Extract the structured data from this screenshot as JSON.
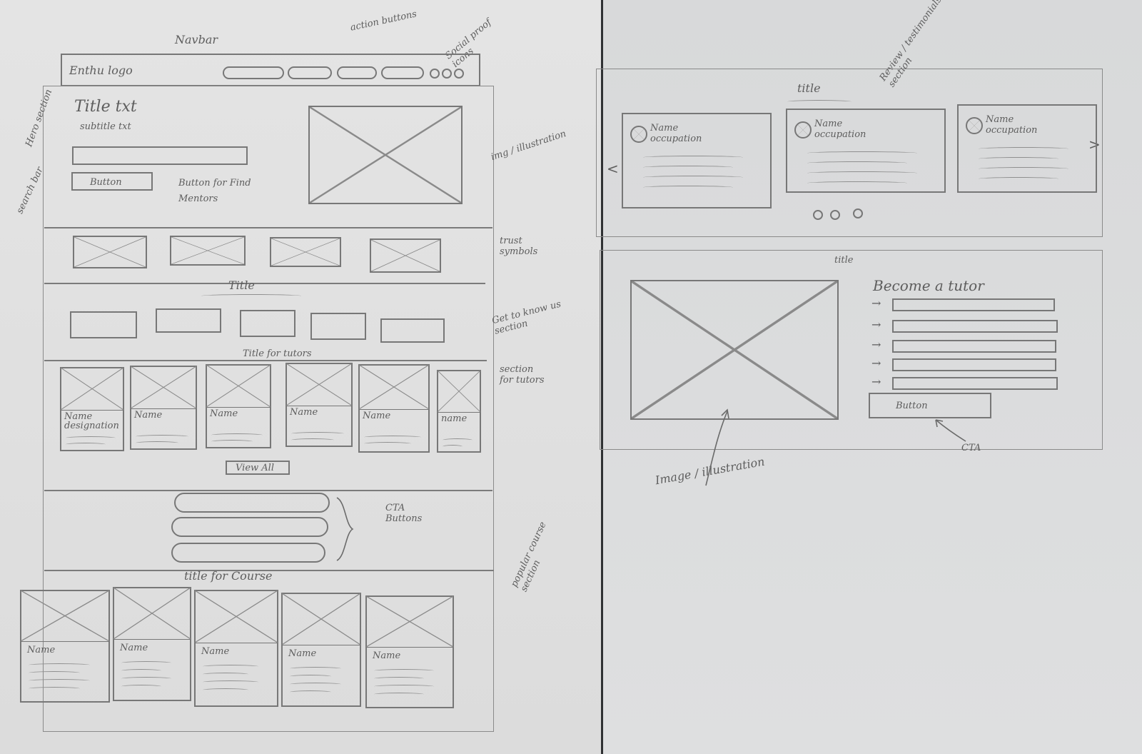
{
  "left": {
    "navbar": {
      "annotation": "Navbar",
      "logo": "Enthu logo",
      "action_buttons_note": "action buttons",
      "social_icons_note": "Social proof icons"
    },
    "hero": {
      "annotation": "Hero section",
      "title": "Title txt",
      "subtitle": "subtitle txt",
      "button": "Button",
      "button_note": "Button for Find Mentors",
      "search_note": "search bar",
      "image_note": "img / illustration"
    },
    "trust": {
      "annotation": "trust symbols"
    },
    "get_to_know": {
      "title": "Title",
      "annotation": "Get to know us section"
    },
    "tutors": {
      "title": "Title for tutors",
      "annotation": "section for tutors",
      "cards": [
        "Name designation",
        "Name",
        "Name",
        "Name",
        "Name",
        "name"
      ],
      "view_all": "View All"
    },
    "cta": {
      "annotation": "CTA Buttons"
    },
    "courses": {
      "title": "title for Course",
      "annotation": "popular course section",
      "cards": [
        "Name",
        "Name",
        "Name",
        "Name",
        "Name"
      ]
    }
  },
  "right": {
    "reviews": {
      "annotation": "Review / testimonials section",
      "title": "title",
      "cards": [
        {
          "name": "Name",
          "occupation": "occupation"
        },
        {
          "name": "Name",
          "occupation": "occupation"
        },
        {
          "name": "Name",
          "occupation": "occupation"
        }
      ],
      "prev": "<",
      "next": ">"
    },
    "become_tutor": {
      "title_note": "title",
      "title": "Become a tutor",
      "button": "Button",
      "cta_note": "CTA",
      "image_note": "Image / illustration"
    }
  }
}
